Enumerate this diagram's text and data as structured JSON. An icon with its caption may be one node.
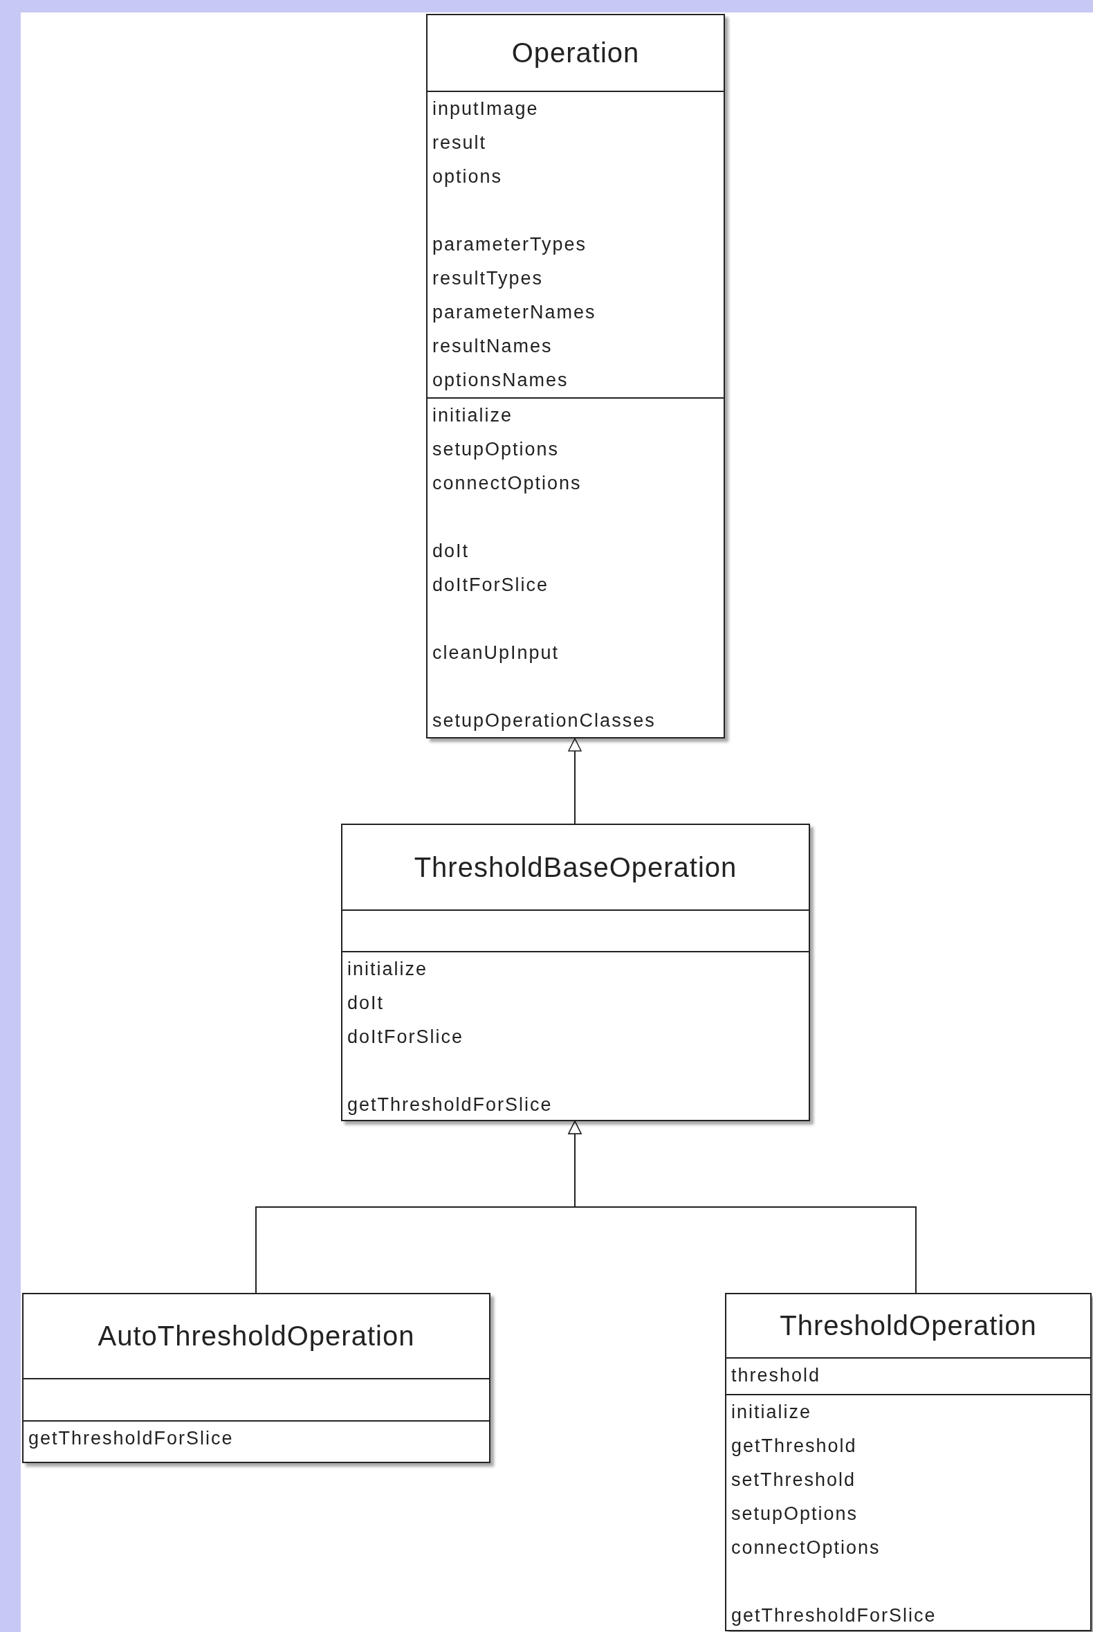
{
  "diagram": {
    "nodes": [
      {
        "text": [
          "Operation",
          "inputImage",
          "result",
          "options",
          "parameterTypes",
          "resultTypes",
          "parameterNames",
          "resultNames",
          "optionsNames",
          "initialize",
          "setupOptions",
          "connectOptions",
          "doIt",
          "doItForSlice",
          "cleanUpInput",
          "setupOperationClasses"
        ]
      },
      {
        "text": [
          "ThresholdBaseOperation",
          "initialize",
          "doIt",
          "doItForSlice",
          "getThresholdForSlice"
        ]
      },
      {
        "text": [
          "AutoThresholdOperation",
          "getThresholdForSlice"
        ]
      },
      {
        "text": [
          "ThresholdOperation",
          "threshold",
          "initialize",
          "getThreshold",
          "setThreshold",
          "setupOptions",
          "connectOptions",
          "getThresholdForSlice"
        ]
      }
    ],
    "edges": [
      {
        "from": 1,
        "to": 0,
        "arrow": "to"
      },
      {
        "from": 2,
        "to": 1,
        "arrow": "to"
      },
      {
        "from": 3,
        "to": 1,
        "arrow": "to"
      }
    ]
  }
}
